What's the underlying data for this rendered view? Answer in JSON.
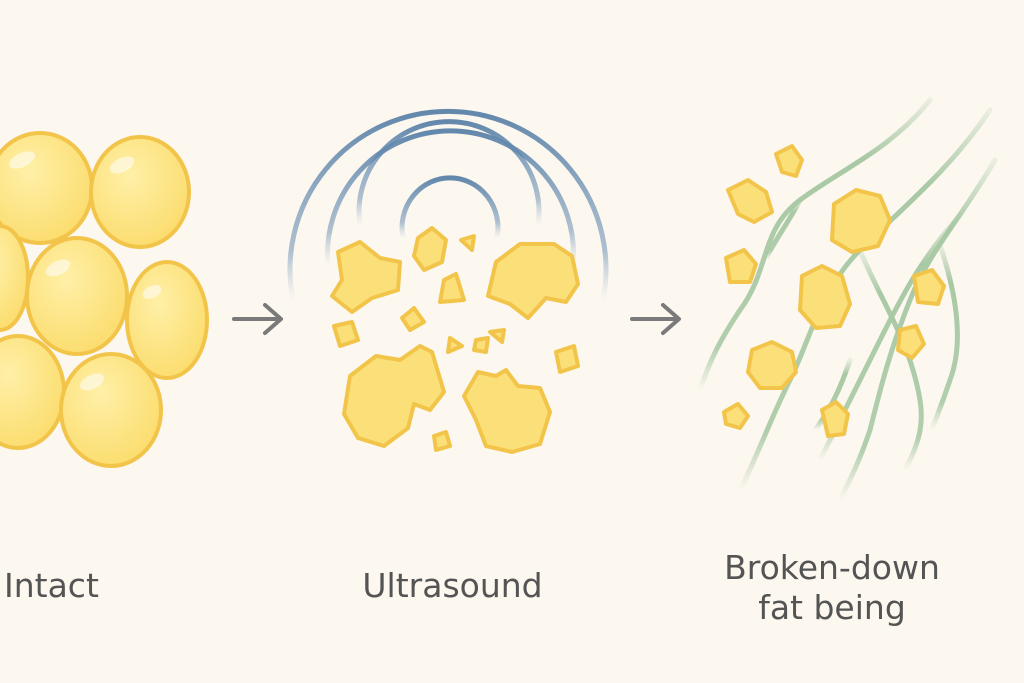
{
  "stages": [
    {
      "id": "intact",
      "label": "Intact"
    },
    {
      "id": "ultrasound",
      "label": "Ultrasound"
    },
    {
      "id": "broken",
      "label_lines": [
        "Broken-down",
        "fat being"
      ]
    }
  ],
  "colors": {
    "background": "#fcf7ef",
    "fat_fill": "#fbe07a",
    "fat_stroke": "#f2c54a",
    "wave": "#5b82a8",
    "vessel": "#a9c9a5",
    "arrow": "#7a7a7a",
    "text": "#545454"
  },
  "icons": [
    "fat-cell-icon",
    "ultrasound-wave-icon",
    "arrow-right-icon",
    "lymph-vessel-icon",
    "fat-fragment-icon"
  ]
}
